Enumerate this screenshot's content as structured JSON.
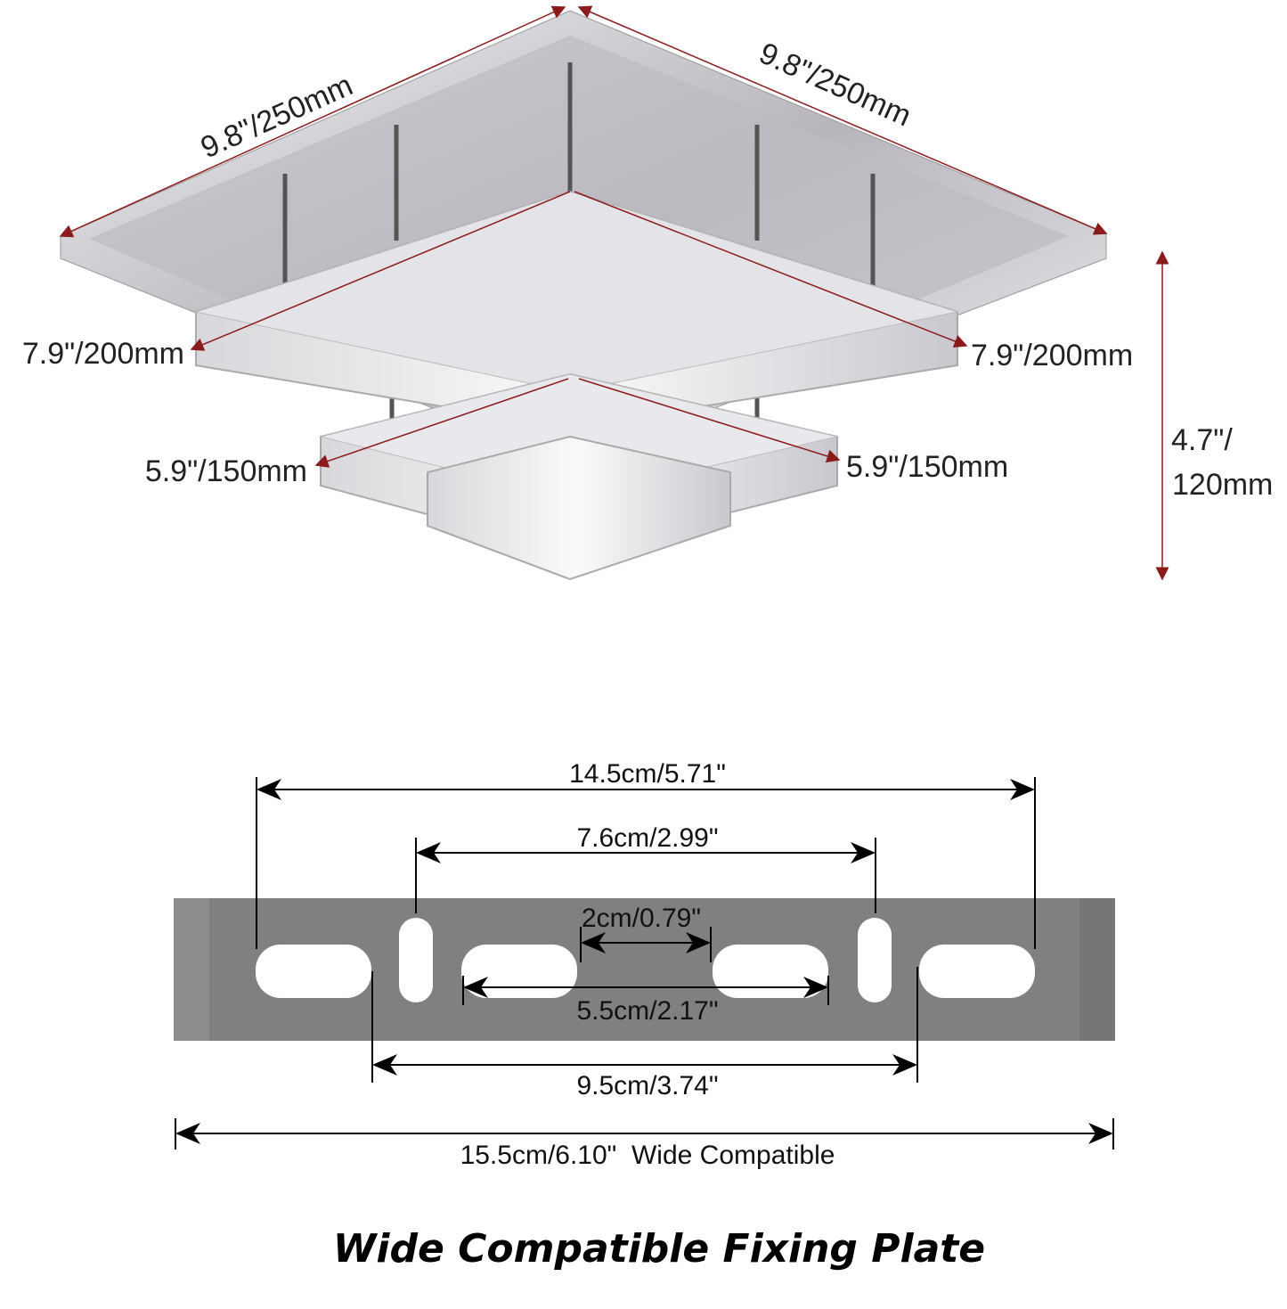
{
  "lamp": {
    "width_left": "9.8\"/250mm",
    "width_right": "9.8\"/250mm",
    "middle_left": "7.9\"/200mm",
    "middle_right": "7.9\"/200mm",
    "bottom_left": "5.9\"/150mm",
    "bottom_right": "5.9\"/150mm",
    "height_line1": "4.7\"/",
    "height_line2": "120mm"
  },
  "plate": {
    "d1": "14.5cm/5.71\"",
    "d2": "7.6cm/2.99\"",
    "d3": "2cm/0.79\"",
    "d4": "5.5cm/2.17\"",
    "d5": "9.5cm/3.74\"",
    "d6": "15.5cm/6.10\"  Wide Compatible"
  },
  "title": "Wide Compatible Fixing Plate",
  "colors": {
    "dimension_red": "#8b1a1a",
    "plate_gray": "#7f7f7f"
  }
}
